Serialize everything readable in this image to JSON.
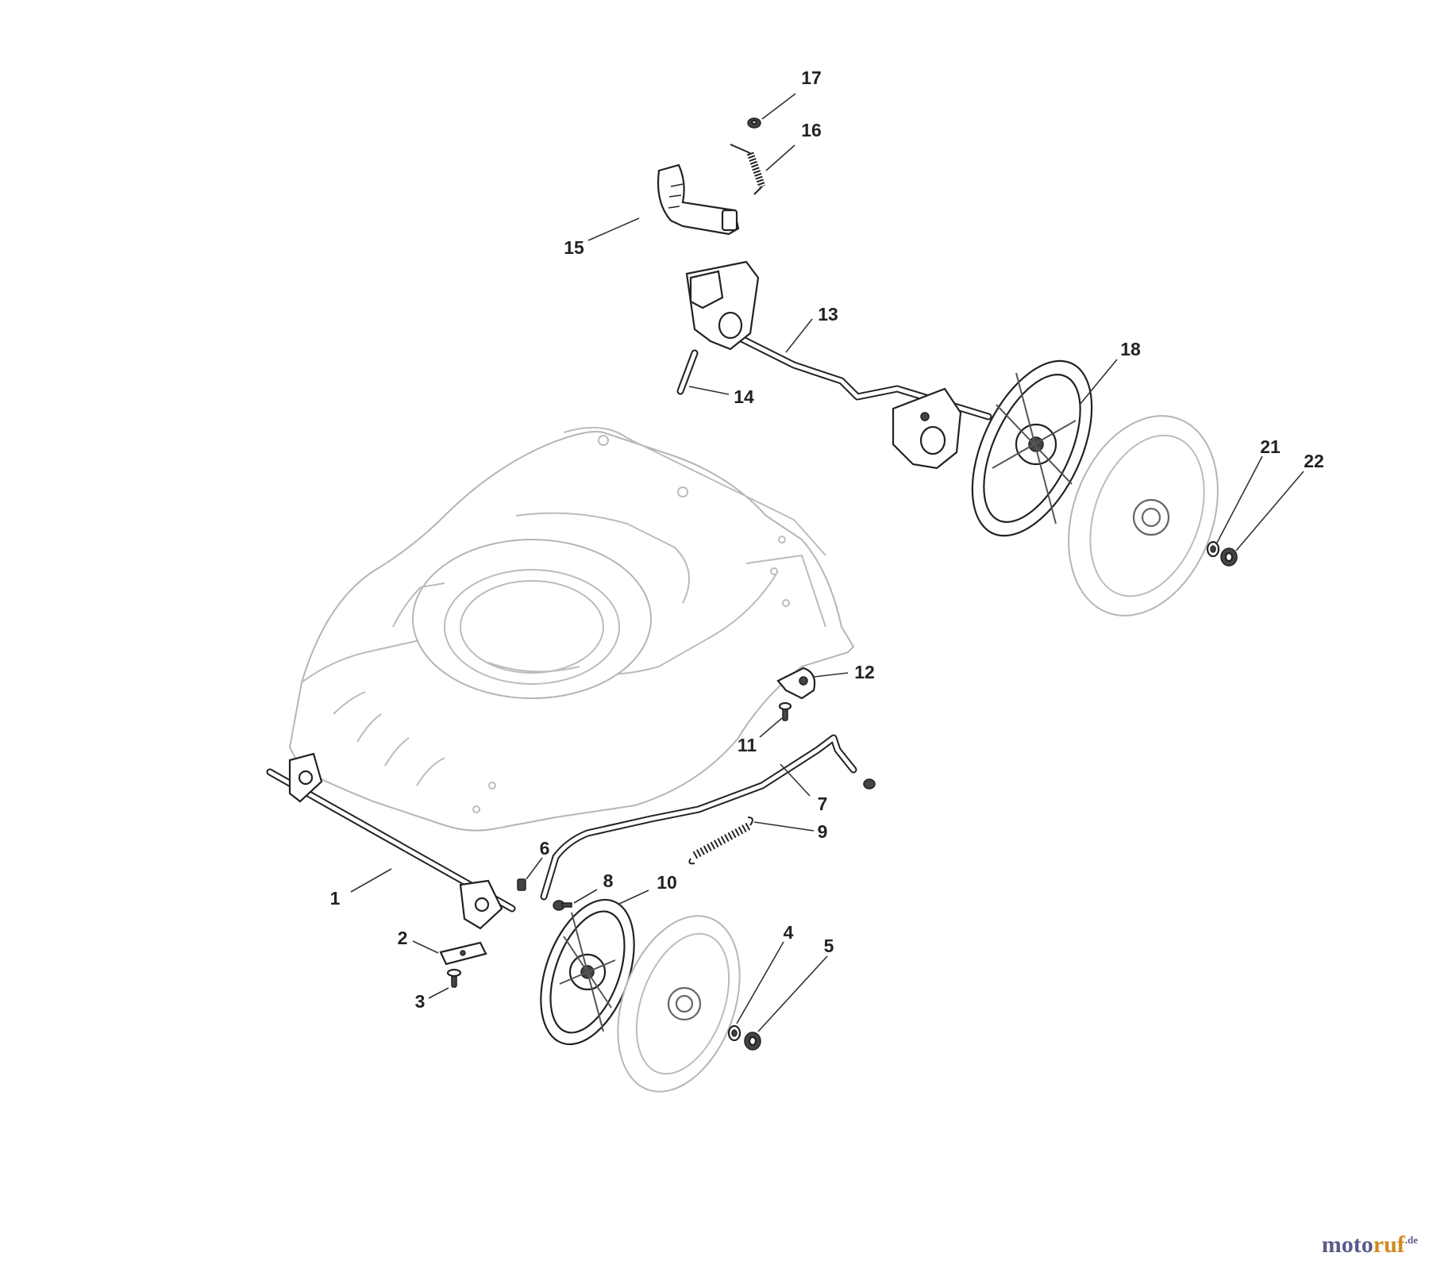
{
  "diagram": {
    "callouts": [
      {
        "id": "c1",
        "label": "1"
      },
      {
        "id": "c2",
        "label": "2"
      },
      {
        "id": "c3",
        "label": "3"
      },
      {
        "id": "c4",
        "label": "4"
      },
      {
        "id": "c5",
        "label": "5"
      },
      {
        "id": "c6",
        "label": "6"
      },
      {
        "id": "c7",
        "label": "7"
      },
      {
        "id": "c8",
        "label": "8"
      },
      {
        "id": "c9",
        "label": "9"
      },
      {
        "id": "c10",
        "label": "10"
      },
      {
        "id": "c11",
        "label": "11"
      },
      {
        "id": "c12",
        "label": "12"
      },
      {
        "id": "c13",
        "label": "13"
      },
      {
        "id": "c14",
        "label": "14"
      },
      {
        "id": "c15",
        "label": "15"
      },
      {
        "id": "c16",
        "label": "16"
      },
      {
        "id": "c17",
        "label": "17"
      },
      {
        "id": "c18",
        "label": "18"
      },
      {
        "id": "c21",
        "label": "21"
      },
      {
        "id": "c22",
        "label": "22"
      }
    ]
  },
  "watermark": {
    "part1": "moto",
    "part2": "ruf",
    "suffix": ".de"
  }
}
